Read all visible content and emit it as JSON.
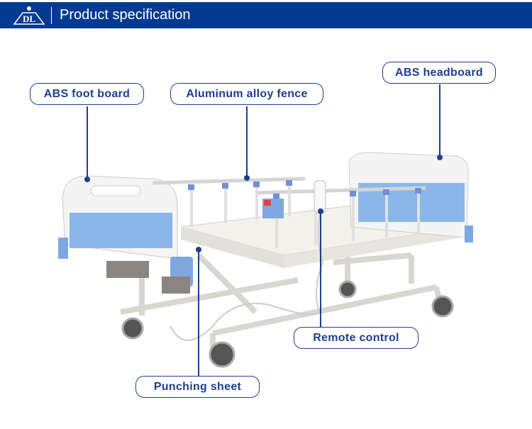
{
  "header": {
    "title": "Product specification",
    "logo_text": "DL"
  },
  "callouts": {
    "foot_board": "ABS foot board",
    "fence": "Aluminum alloy fence",
    "headboard": "ABS headboard",
    "remote": "Remote control",
    "sheet": "Punching sheet"
  },
  "colors": {
    "brand": "#023a92",
    "label": "#1d3f8f",
    "panel_blue": "#7fb0e8"
  }
}
